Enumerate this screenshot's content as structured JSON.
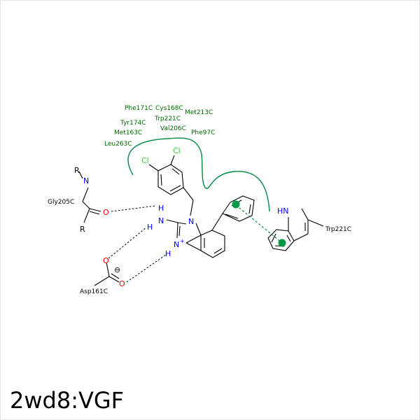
{
  "title": "2wd8:VGF",
  "colors": {
    "bond": "#000000",
    "nitrogen": "#0000ff",
    "oxygen": "#ff0000",
    "chlorine": "#33cc33",
    "contact": "#008844",
    "residue_label": "#006b00"
  },
  "hydrophobic_residues": [
    "Phe171C",
    "Cys168C",
    "Met213C",
    "Tyr174C",
    "Trp221C",
    "Met163C",
    "Val206C",
    "Phe97C",
    "Leu263C"
  ],
  "residues": {
    "gly": "Gly205C",
    "asp": "Asp161C",
    "trp": "Trp221C"
  },
  "atoms": {
    "R": "R",
    "N": "N",
    "H": "H",
    "O": "O",
    "Cl": "Cl",
    "NH": "HN",
    "plus": "+",
    "minus": "⊖"
  }
}
